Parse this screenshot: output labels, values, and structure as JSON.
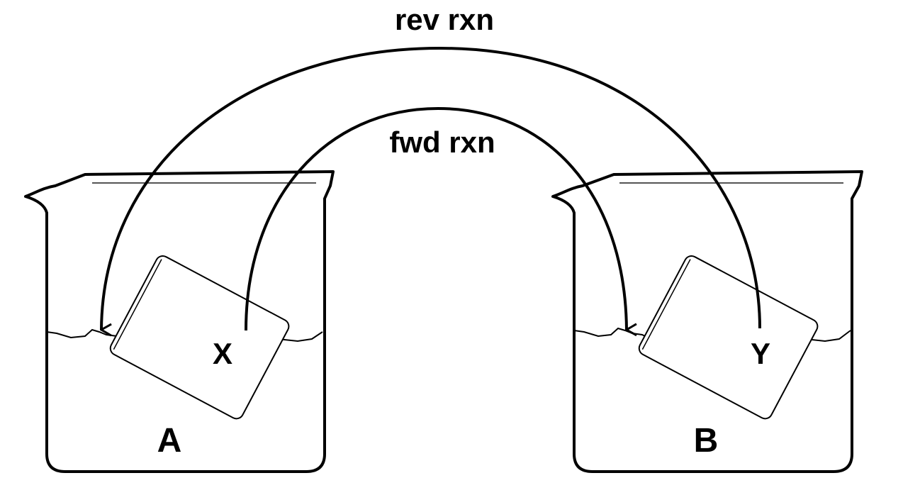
{
  "diagram": {
    "arrows": [
      {
        "id": "reverse",
        "label": "rev rxn",
        "from": "Y",
        "to": "A"
      },
      {
        "id": "forward",
        "label": "fwd rxn",
        "from": "X",
        "to": "B"
      }
    ],
    "beakers": [
      {
        "id": "A",
        "label": "A",
        "inner_label": "X"
      },
      {
        "id": "B",
        "label": "B",
        "inner_label": "Y"
      }
    ],
    "colors": {
      "stroke": "#000000",
      "background": "#ffffff"
    }
  }
}
